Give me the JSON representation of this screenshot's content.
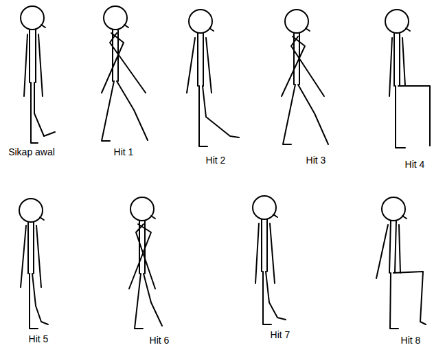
{
  "diagram": {
    "labels": [
      "Sikap awal",
      "Hit 1",
      "Hit 2",
      "Hit 3",
      "Hit 4",
      "Hit 5",
      "Hit 6",
      "Hit 7",
      "Hit 8"
    ]
  }
}
